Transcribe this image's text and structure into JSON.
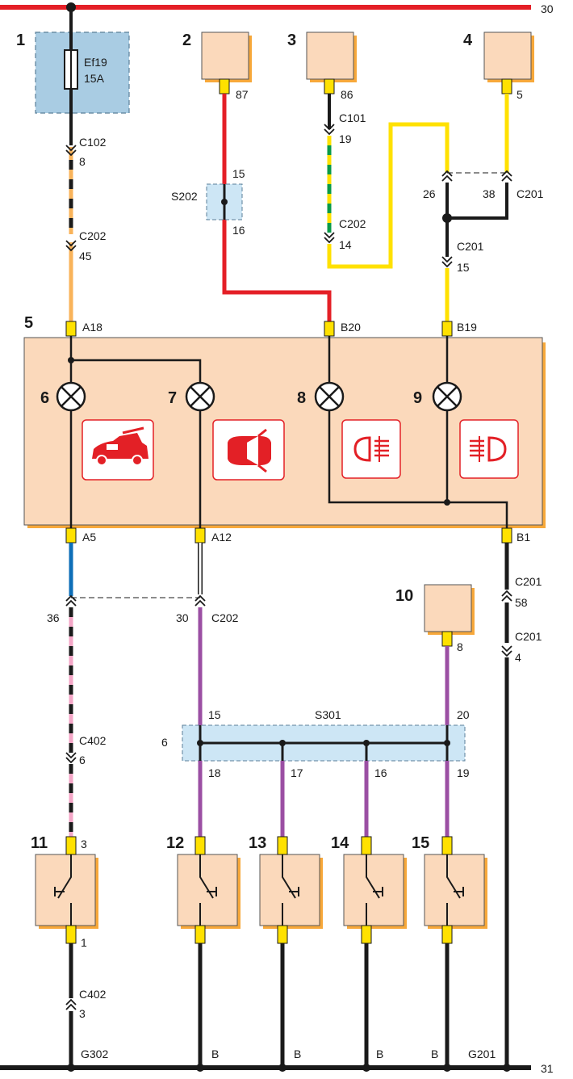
{
  "rails": {
    "top_label": "30",
    "bottom_label": "31"
  },
  "components": {
    "c1": "1",
    "c2": "2",
    "c3": "3",
    "c4": "4",
    "c5": "5",
    "c6": "6",
    "c7": "7",
    "c8": "8",
    "c9": "9",
    "c10": "10",
    "c11": "11",
    "c12": "12",
    "c13": "13",
    "c14": "14",
    "c15": "15"
  },
  "fuse": {
    "name": "Ef19",
    "rating": "15A"
  },
  "pins": {
    "p87": "87",
    "p86": "86",
    "p5": "5",
    "A18": "A18",
    "B20": "B20",
    "B19": "B19",
    "A5": "A5",
    "A12": "A12",
    "B1": "B1",
    "p8_10": "8",
    "p3_11": "3",
    "p1_11": "1"
  },
  "connectors": {
    "C102": "C102",
    "C102_pin": "8",
    "C202_a": "C202",
    "C202_a_pin": "45",
    "C101": "C101",
    "C101_pin": "19",
    "C202_b": "C202",
    "C202_b_pin": "14",
    "C201_26": "26",
    "C201_38": "38",
    "C201_top": "C201",
    "C201_mid": "C201",
    "C201_mid_pin": "15",
    "C202_36": "36",
    "C202_30": "30",
    "C202_c": "C202",
    "C201_58": "58",
    "C201_b1": "C201",
    "C201_b2": "C201",
    "C201_4": "4",
    "C402_a": "C402",
    "C402_a_pin": "6",
    "C402_b": "C402",
    "C402_b_pin": "3"
  },
  "splices": {
    "S202": "S202",
    "S202_in": "15",
    "S202_out": "16",
    "S301": "S301",
    "S301_in1": "15",
    "S301_in2": "20",
    "S301_out1": "18",
    "S301_out2": "17",
    "S301_out3": "16",
    "S301_out4": "19",
    "S301_side": "6"
  },
  "grounds": {
    "G302": "G302",
    "G201": "G201",
    "b1": "B",
    "b2": "B",
    "b3": "B",
    "b4": "B"
  },
  "colors": {
    "red": "#e41f26",
    "orange": "#f9b35a",
    "yellow": "#ffe100",
    "green": "#0a9a48",
    "blue": "#0e6fb8",
    "pink": "#f4a6c7",
    "violet": "#9b4fa3",
    "black": "#1a1a1a",
    "panel": "#fbd9bb",
    "panel_shadow": "#f7a83a",
    "fuse_box": "#a9cce3",
    "splice": "#cde6f5",
    "icon_red": "#e32026"
  },
  "icons": [
    "hood-open-icon",
    "door-open-icon",
    "rear-fog-lamp-icon",
    "front-fog-lamp-icon",
    "bulb-icon",
    "switch-icon"
  ]
}
